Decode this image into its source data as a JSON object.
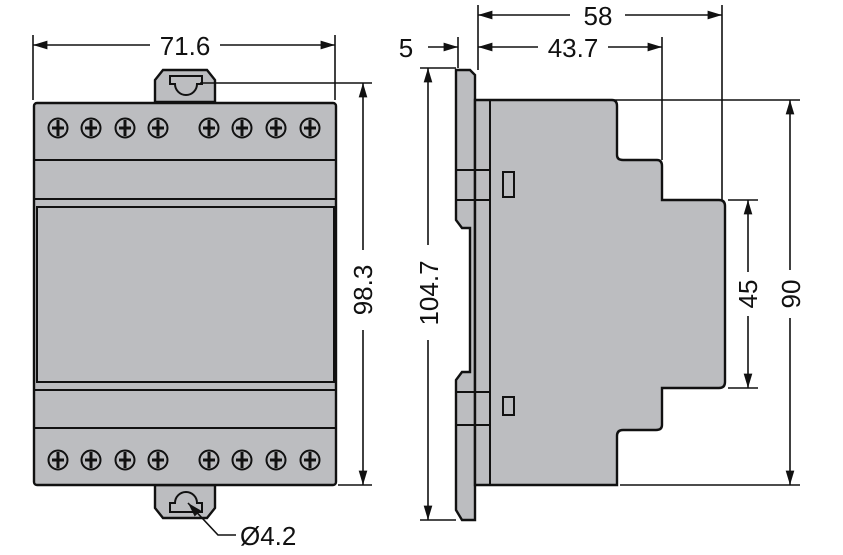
{
  "front_view": {
    "width_label": "71.6",
    "height_label": "98.3",
    "hole_label": "Ø4.2",
    "screws_per_row": 8
  },
  "side_view": {
    "rail_offset_label": "5",
    "overall_depth_label": "58",
    "step_depth_label": "43.7",
    "overall_height_label": "104.7",
    "front_height_label": "45",
    "body_height_label": "90"
  },
  "colors": {
    "housing": "#bcbdc0",
    "line": "#111111"
  }
}
